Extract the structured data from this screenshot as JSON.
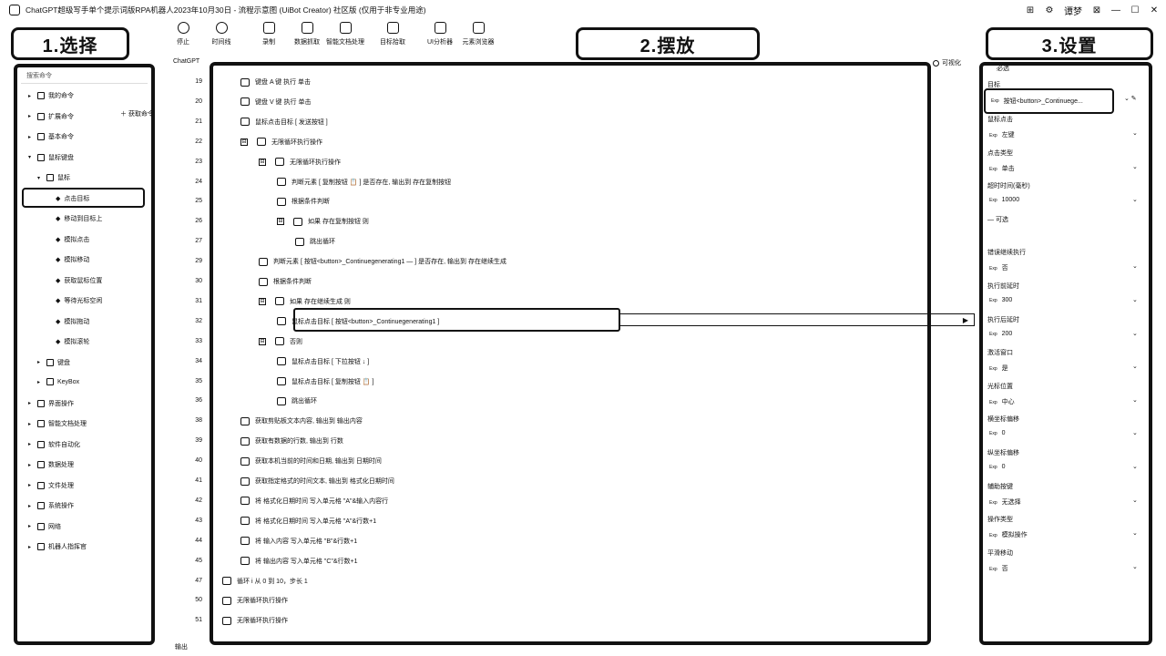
{
  "titlebar": {
    "title": "ChatGPT超级写手单个提示词版RPA机器人2023年10月30日 - 流程示意图 (UiBot Creator) 社区版 (仅用于非专业用途)",
    "user": "谭梦",
    "controls": [
      "⊞",
      "⚙",
      "⊠",
      "—",
      "☐",
      "✕"
    ]
  },
  "toolbar": {
    "buttons": [
      "停止",
      "时间线",
      "录制",
      "数据抓取",
      "智能文档处理",
      "目标拾取",
      "UI分析器",
      "元素浏览器"
    ]
  },
  "banners": {
    "select": "1.选择",
    "place": "2.摆放",
    "setup": "3.设置"
  },
  "left_panel": {
    "search_placeholder": "搜索命令",
    "add_command": "＋ 获取命令",
    "tree": [
      {
        "label": "我的命令",
        "level": 0,
        "caret": "▸"
      },
      {
        "label": "扩展命令",
        "level": 0,
        "caret": "▸"
      },
      {
        "label": "基本命令",
        "level": 0,
        "caret": "▸"
      },
      {
        "label": "鼠标键盘",
        "level": 0,
        "caret": "▾"
      },
      {
        "label": "鼠标",
        "level": 1,
        "caret": "▾"
      },
      {
        "label": "点击目标",
        "level": 2,
        "caret": ""
      },
      {
        "label": "移动到目标上",
        "level": 2,
        "caret": ""
      },
      {
        "label": "模拟点击",
        "level": 2,
        "caret": ""
      },
      {
        "label": "模拟移动",
        "level": 2,
        "caret": ""
      },
      {
        "label": "获取鼠标位置",
        "level": 2,
        "caret": ""
      },
      {
        "label": "等待光标空闲",
        "level": 2,
        "caret": ""
      },
      {
        "label": "模拟拖动",
        "level": 2,
        "caret": ""
      },
      {
        "label": "模拟滚轮",
        "level": 2,
        "caret": ""
      },
      {
        "label": "键盘",
        "level": 1,
        "caret": "▸"
      },
      {
        "label": "KeyBox",
        "level": 1,
        "caret": "▸"
      },
      {
        "label": "界面操作",
        "level": 0,
        "caret": "▸"
      },
      {
        "label": "智能文档处理",
        "level": 0,
        "caret": "▸"
      },
      {
        "label": "软件自动化",
        "level": 0,
        "caret": "▸"
      },
      {
        "label": "数据处理",
        "level": 0,
        "caret": "▸"
      },
      {
        "label": "文件处理",
        "level": 0,
        "caret": "▸"
      },
      {
        "label": "系统操作",
        "level": 0,
        "caret": "▸"
      },
      {
        "label": "网络",
        "level": 0,
        "caret": "▸"
      },
      {
        "label": "机器人指挥官",
        "level": 0,
        "caret": "▸"
      }
    ]
  },
  "editor": {
    "tab": "ChatGPT",
    "visual_label": "可视化",
    "output_label": "输出",
    "rows": [
      {
        "num": "19",
        "indent": 0,
        "text": "键盘 A 键 执行 单击",
        "toggle": ""
      },
      {
        "num": "20",
        "indent": 0,
        "text": "键盘 V 键 执行 单击",
        "toggle": ""
      },
      {
        "num": "21",
        "indent": 0,
        "text": "鼠标点击目标 [ 发送按钮 ]",
        "toggle": ""
      },
      {
        "num": "22",
        "indent": 0,
        "text": "无限循环执行操作",
        "toggle": "⊟"
      },
      {
        "num": "23",
        "indent": 1,
        "text": "无限循环执行操作",
        "toggle": "⊟"
      },
      {
        "num": "24",
        "indent": 2,
        "text": "判断元素 [ 复制按钮 📋 ] 是否存在, 输出到 存在复制按钮",
        "toggle": ""
      },
      {
        "num": "25",
        "indent": 2,
        "text": "根据条件判断",
        "toggle": ""
      },
      {
        "num": "26",
        "indent": 2,
        "text": "如果 存在复制按钮 则",
        "toggle": "⊟"
      },
      {
        "num": "27",
        "indent": 3,
        "text": "跳出循环",
        "toggle": ""
      },
      {
        "num": "29",
        "indent": 1,
        "text": "判断元素 [ 按钮<button>_Continuegenerating1 — ] 是否存在, 输出到 存在继续生成",
        "toggle": ""
      },
      {
        "num": "30",
        "indent": 1,
        "text": "根据条件判断",
        "toggle": ""
      },
      {
        "num": "31",
        "indent": 1,
        "text": "如果 存在继续生成 则",
        "toggle": "⊟"
      },
      {
        "num": "32",
        "indent": 2,
        "text": "鼠标点击目标 [ 按钮<button>_Continuegenerating1 ]",
        "toggle": ""
      },
      {
        "num": "33",
        "indent": 1,
        "text": "否则",
        "toggle": "⊟"
      },
      {
        "num": "34",
        "indent": 2,
        "text": "鼠标点击目标 [ 下拉按钮 ↓ ]",
        "toggle": ""
      },
      {
        "num": "35",
        "indent": 2,
        "text": "鼠标点击目标 [ 复制按钮 📋 ]",
        "toggle": ""
      },
      {
        "num": "36",
        "indent": 2,
        "text": "跳出循环",
        "toggle": ""
      },
      {
        "num": "38",
        "indent": 0,
        "text": "获取剪贴板文本内容, 输出到 输出内容",
        "toggle": ""
      },
      {
        "num": "39",
        "indent": 0,
        "text": "获取有数据的行数, 输出到 行数",
        "toggle": ""
      },
      {
        "num": "40",
        "indent": 0,
        "text": "获取本机当前的时间和日期, 输出到 日期时间",
        "toggle": ""
      },
      {
        "num": "41",
        "indent": 0,
        "text": "获取指定格式的时间文本, 输出到 格式化日期时间",
        "toggle": ""
      },
      {
        "num": "42",
        "indent": 0,
        "text": "将 格式化日期时间 写入单元格 \"A\"&输入内容行",
        "toggle": ""
      },
      {
        "num": "43",
        "indent": 0,
        "text": "将 格式化日期时间 写入单元格 \"A\"&行数+1",
        "toggle": ""
      },
      {
        "num": "44",
        "indent": 0,
        "text": "将 输入内容 写入单元格 \"B\"&行数+1",
        "toggle": ""
      },
      {
        "num": "45",
        "indent": 0,
        "text": "将 输出内容 写入单元格 \"C\"&行数+1",
        "toggle": ""
      },
      {
        "num": "47",
        "indent": -1,
        "text": "循环 i 从 0 到 10，步长 1",
        "toggle": ""
      },
      {
        "num": "50",
        "indent": -1,
        "text": "无限循环执行操作",
        "toggle": ""
      },
      {
        "num": "51",
        "indent": -1,
        "text": "无限循环执行操作",
        "toggle": ""
      }
    ]
  },
  "properties": {
    "header": "必选",
    "target_label": "目标",
    "target_value": "按钮<button>_Continuege...",
    "items": [
      {
        "label": "鼠标点击",
        "value": "左键"
      },
      {
        "label": "点击类型",
        "value": "单击"
      },
      {
        "label": "超时时间(毫秒)",
        "value": "10000"
      },
      {
        "label": "— 可选",
        "value": ""
      },
      {
        "label": "错误继续执行",
        "value": "否"
      },
      {
        "label": "执行前延时",
        "value": "300"
      },
      {
        "label": "执行后延时",
        "value": "200"
      },
      {
        "label": "激活窗口",
        "value": "是"
      },
      {
        "label": "光标位置",
        "value": "中心"
      },
      {
        "label": "横坐标偏移",
        "value": "0"
      },
      {
        "label": "纵坐标偏移",
        "value": "0"
      },
      {
        "label": "辅助按键",
        "value": "无选择"
      },
      {
        "label": "操作类型",
        "value": "模拟操作"
      },
      {
        "label": "平滑移动",
        "value": "否"
      }
    ]
  }
}
